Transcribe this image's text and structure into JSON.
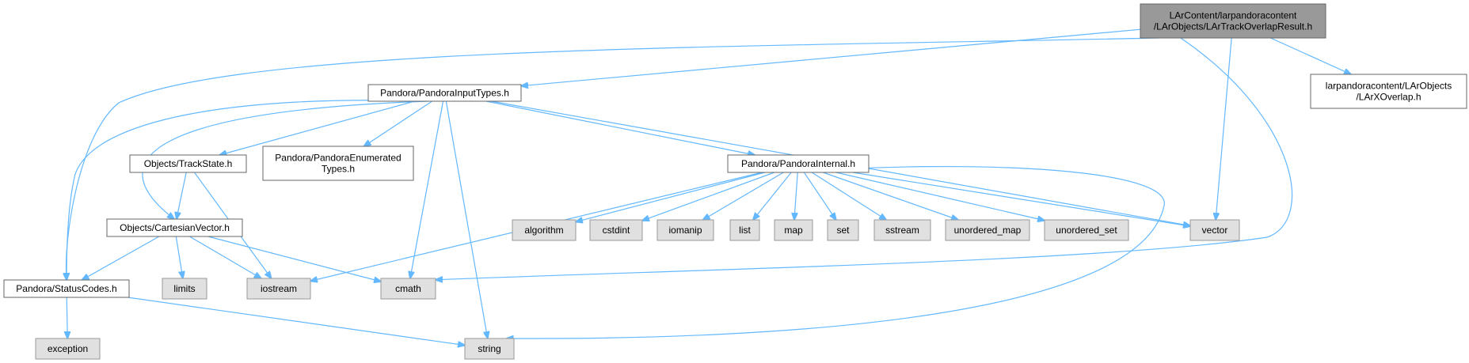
{
  "colors": {
    "edge": "#63b8ff",
    "root_fill": "#999999",
    "root_border": "#666666",
    "header_fill": "#ffffff",
    "header_border": "#666666",
    "system_fill": "#e0e0e0",
    "system_border": "#999999",
    "text": "#000000"
  },
  "nodes": [
    {
      "id": "root",
      "kind": "root",
      "lines": [
        "LArContent/larpandoracontent",
        "/LArObjects/LArTrackOverlapResult.h"
      ]
    },
    {
      "id": "larxoverlap",
      "kind": "header",
      "lines": [
        "larpandoracontent/LArObjects",
        "/LArXOverlap.h"
      ]
    },
    {
      "id": "inputtypes",
      "kind": "header",
      "lines": [
        "Pandora/PandoraInputTypes.h"
      ]
    },
    {
      "id": "trackstate",
      "kind": "header",
      "lines": [
        "Objects/TrackState.h"
      ]
    },
    {
      "id": "enumerated",
      "kind": "header",
      "lines": [
        "Pandora/PandoraEnumerated",
        "Types.h"
      ]
    },
    {
      "id": "internal",
      "kind": "header",
      "lines": [
        "Pandora/PandoraInternal.h"
      ]
    },
    {
      "id": "cartesian",
      "kind": "header",
      "lines": [
        "Objects/CartesianVector.h"
      ]
    },
    {
      "id": "statuscodes",
      "kind": "header",
      "lines": [
        "Pandora/StatusCodes.h"
      ]
    },
    {
      "id": "algorithm",
      "kind": "system",
      "lines": [
        "algorithm"
      ]
    },
    {
      "id": "cstdint",
      "kind": "system",
      "lines": [
        "cstdint"
      ]
    },
    {
      "id": "iomanip",
      "kind": "system",
      "lines": [
        "iomanip"
      ]
    },
    {
      "id": "list",
      "kind": "system",
      "lines": [
        "list"
      ]
    },
    {
      "id": "map",
      "kind": "system",
      "lines": [
        "map"
      ]
    },
    {
      "id": "set",
      "kind": "system",
      "lines": [
        "set"
      ]
    },
    {
      "id": "sstream",
      "kind": "system",
      "lines": [
        "sstream"
      ]
    },
    {
      "id": "unordered_map",
      "kind": "system",
      "lines": [
        "unordered_map"
      ]
    },
    {
      "id": "unordered_set",
      "kind": "system",
      "lines": [
        "unordered_set"
      ]
    },
    {
      "id": "vector",
      "kind": "system",
      "lines": [
        "vector"
      ]
    },
    {
      "id": "limits",
      "kind": "system",
      "lines": [
        "limits"
      ]
    },
    {
      "id": "iostream",
      "kind": "system",
      "lines": [
        "iostream"
      ]
    },
    {
      "id": "cmath",
      "kind": "system",
      "lines": [
        "cmath"
      ]
    },
    {
      "id": "exception",
      "kind": "system",
      "lines": [
        "exception"
      ]
    },
    {
      "id": "string",
      "kind": "system",
      "lines": [
        "string"
      ]
    }
  ],
  "edges": [
    {
      "from": "root",
      "to": "larxoverlap"
    },
    {
      "from": "root",
      "to": "inputtypes"
    },
    {
      "from": "root",
      "to": "statuscodes"
    },
    {
      "from": "root",
      "to": "vector"
    },
    {
      "from": "root",
      "to": "cmath"
    },
    {
      "from": "inputtypes",
      "to": "trackstate"
    },
    {
      "from": "inputtypes",
      "to": "enumerated"
    },
    {
      "from": "inputtypes",
      "to": "internal"
    },
    {
      "from": "inputtypes",
      "to": "cartesian"
    },
    {
      "from": "inputtypes",
      "to": "statuscodes"
    },
    {
      "from": "inputtypes",
      "to": "cmath"
    },
    {
      "from": "inputtypes",
      "to": "string"
    },
    {
      "from": "inputtypes",
      "to": "vector"
    },
    {
      "from": "trackstate",
      "to": "cartesian"
    },
    {
      "from": "trackstate",
      "to": "iostream"
    },
    {
      "from": "cartesian",
      "to": "statuscodes"
    },
    {
      "from": "cartesian",
      "to": "limits"
    },
    {
      "from": "cartesian",
      "to": "iostream"
    },
    {
      "from": "cartesian",
      "to": "cmath"
    },
    {
      "from": "statuscodes",
      "to": "exception"
    },
    {
      "from": "statuscodes",
      "to": "string"
    },
    {
      "from": "internal",
      "to": "algorithm"
    },
    {
      "from": "internal",
      "to": "cstdint"
    },
    {
      "from": "internal",
      "to": "iomanip"
    },
    {
      "from": "internal",
      "to": "list"
    },
    {
      "from": "internal",
      "to": "map"
    },
    {
      "from": "internal",
      "to": "set"
    },
    {
      "from": "internal",
      "to": "sstream"
    },
    {
      "from": "internal",
      "to": "unordered_map"
    },
    {
      "from": "internal",
      "to": "unordered_set"
    },
    {
      "from": "internal",
      "to": "vector"
    },
    {
      "from": "internal",
      "to": "iostream"
    },
    {
      "from": "internal",
      "to": "string"
    }
  ]
}
